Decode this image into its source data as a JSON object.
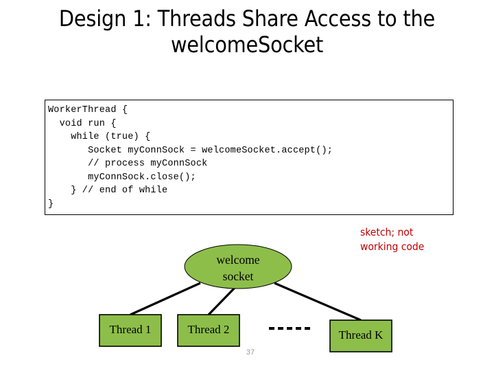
{
  "slide": {
    "title": "Design 1: Threads Share Access to the welcomeSocket",
    "page_number": "37",
    "background_color": "#ffffff"
  },
  "code_block": {
    "language": "java",
    "border_color": "#000000",
    "text": "WorkerThread {\n  void run {\n    while (true) {\n       Socket myConnSock = welcomeSocket.accept();\n       // process myConnSock\n       myConnSock.close();\n    } // end of while\n}",
    "lines": [
      "WorkerThread {",
      "  void run {",
      "    while (true) {",
      "       Socket myConnSock = welcomeSocket.accept();",
      "       // process myConnSock",
      "       myConnSock.close();",
      "    } // end of while",
      "}"
    ]
  },
  "annotation": {
    "text": "sketch; not\nworking code",
    "color": "#C00000"
  },
  "diagram": {
    "shape_fill": "#8DBE4A",
    "shape_stroke": "#000000",
    "connector_color": "#000000",
    "ellipse": {
      "label_line1": "welcome",
      "label_line2": "socket"
    },
    "threads": [
      {
        "label": "Thread 1"
      },
      {
        "label": "Thread 2"
      },
      {
        "label": "Thread K"
      }
    ],
    "ellipsis_marker": "-------"
  }
}
